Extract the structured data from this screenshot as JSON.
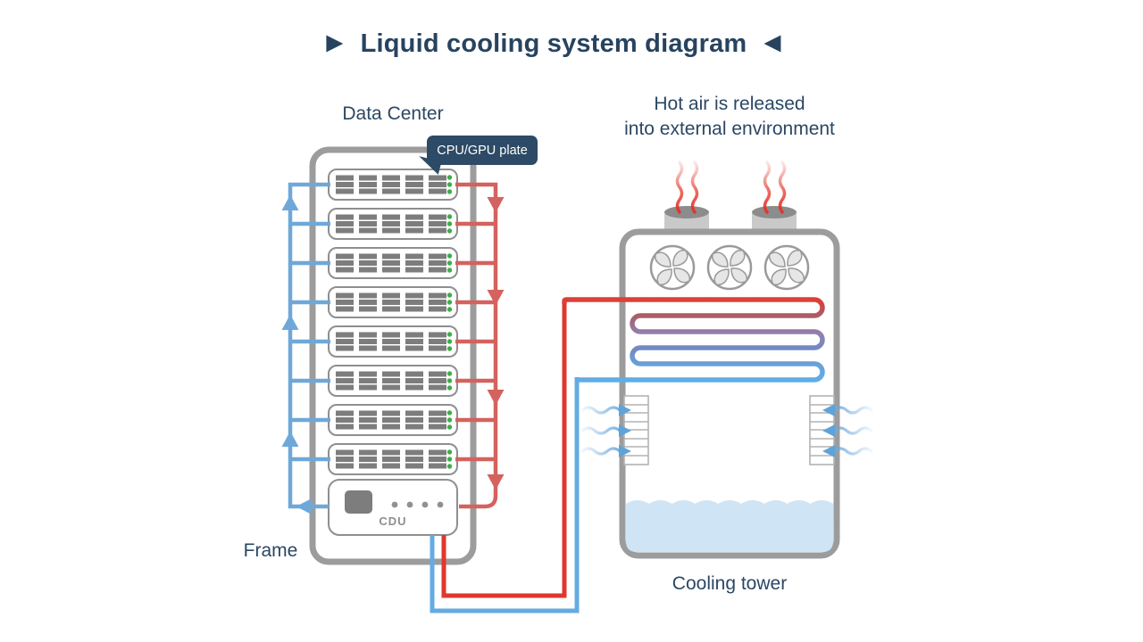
{
  "title": {
    "left_icon": "▶",
    "text": "Liquid cooling system diagram",
    "right_icon": "◀"
  },
  "labels": {
    "data_center": "Data Center",
    "frame": "Frame",
    "cooling_tower": "Cooling tower",
    "hot_air_line1": "Hot air is released",
    "hot_air_line2": "into external environment",
    "cdu": "CDU",
    "cpu_gpu_callout": "CPU/GPU plate"
  },
  "colors": {
    "text_navy": "#2b4763",
    "callout_bg": "#2d4a66",
    "frame_gray": "#9c9c9c",
    "server_slot_gray": "#7d7d7d",
    "led_green": "#3fae49",
    "cold_pipe": "#6fa8d8",
    "hot_pipe": "#d4625e",
    "cold_loop": "#64abe2",
    "hot_loop": "#e0372e",
    "water_blue": "#cfe4f4",
    "steam_red": "#e23428",
    "air_flow_blue": "#6ea9dc"
  },
  "structure": {
    "server_count": 8,
    "slots_per_server": 5,
    "leds_per_server": 3,
    "fan_count": 3,
    "chimney_count": 2,
    "supply_arrow_count": 3,
    "return_arrow_count": 4,
    "coil_rows": 6,
    "side_vents": 2,
    "air_waves_per_vent": 3
  }
}
